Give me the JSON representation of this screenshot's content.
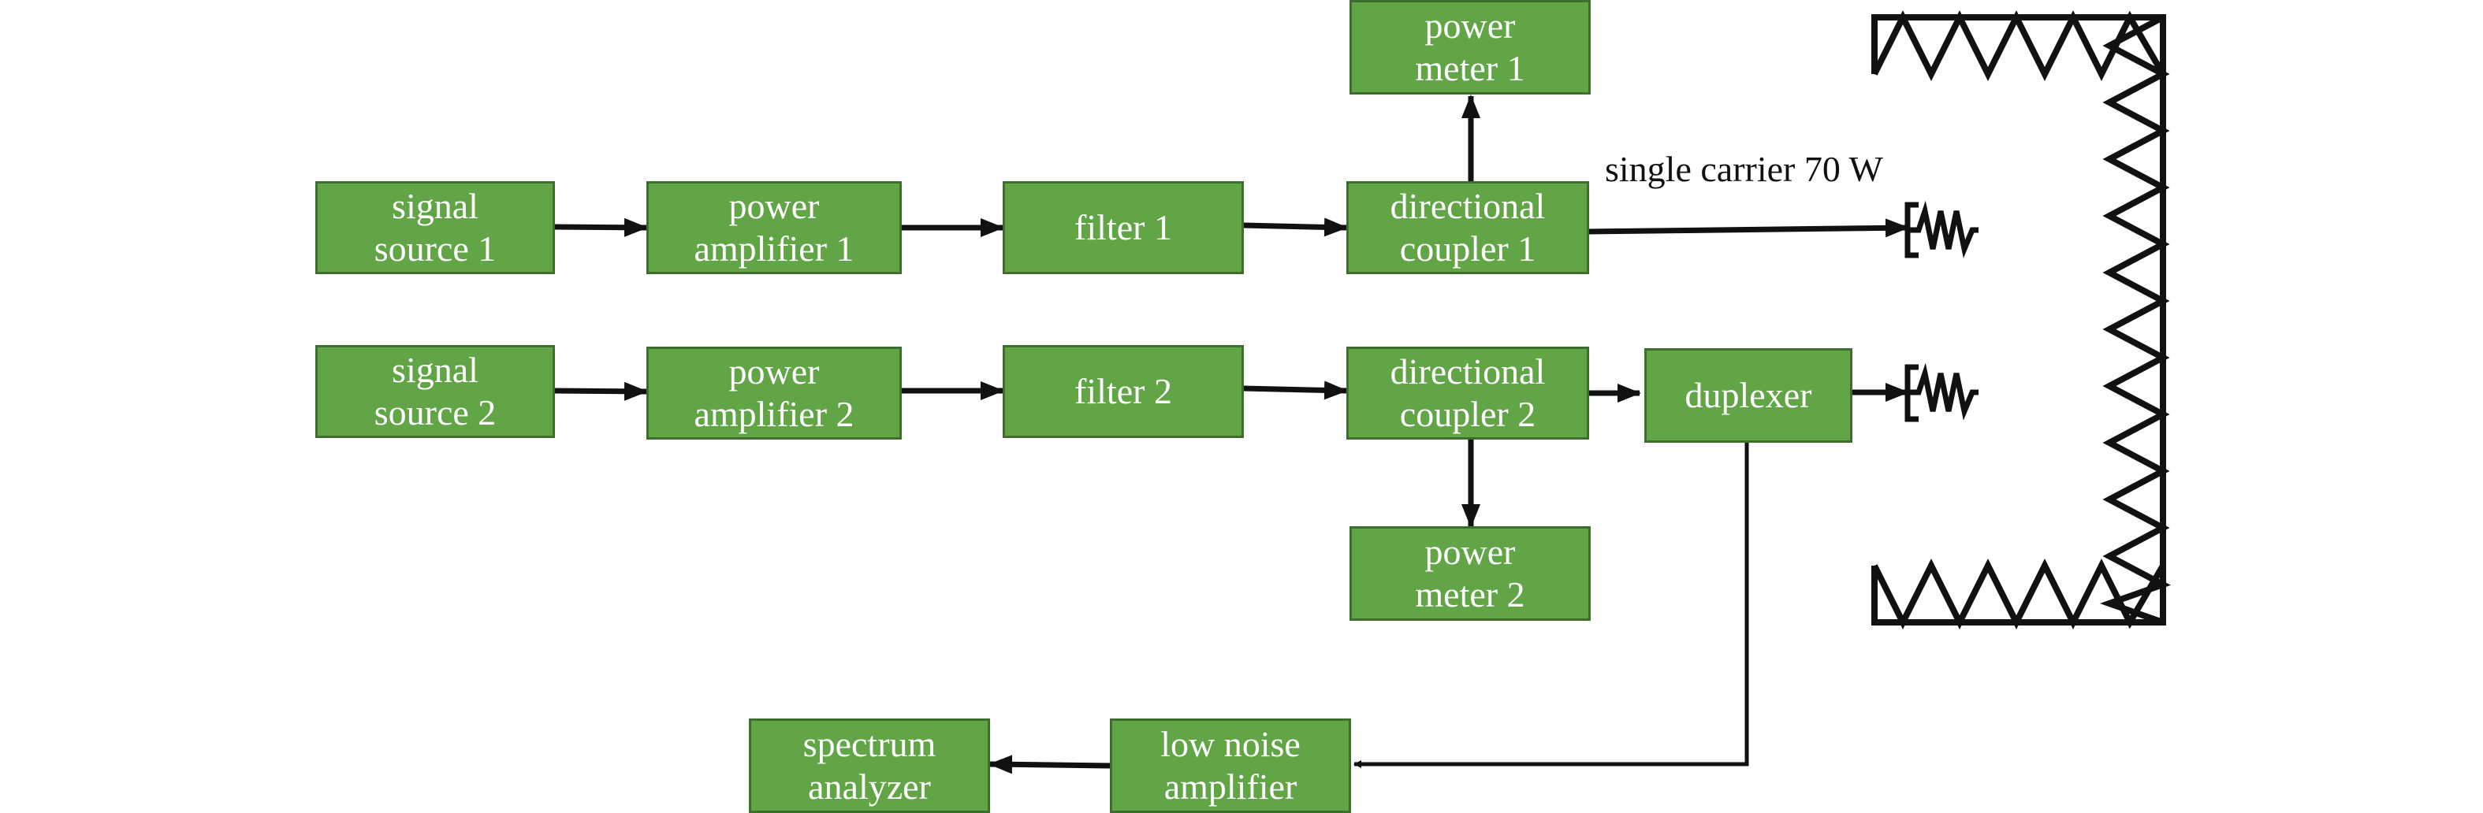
{
  "diagram": {
    "blocks": {
      "signal_source_1": {
        "line1": "signal",
        "line2": "source 1"
      },
      "power_amplifier_1": {
        "line1": "power",
        "line2": "amplifier 1"
      },
      "filter_1": {
        "line1": "filter 1"
      },
      "directional_coupler_1": {
        "line1": "directional",
        "line2": "coupler 1"
      },
      "power_meter_1": {
        "line1": "power",
        "line2": "meter 1"
      },
      "signal_source_2": {
        "line1": "signal",
        "line2": "source 2"
      },
      "power_amplifier_2": {
        "line1": "power",
        "line2": "amplifier 2"
      },
      "filter_2": {
        "line1": "filter 2"
      },
      "directional_coupler_2": {
        "line1": "directional",
        "line2": "coupler 2"
      },
      "duplexer": {
        "line1": "duplexer"
      },
      "power_meter_2": {
        "line1": "power",
        "line2": "meter 2"
      },
      "spectrum_analyzer": {
        "line1": "spectrum",
        "line2": "analyzer"
      },
      "low_noise_amplifier": {
        "line1": "low noise",
        "line2": "amplifier"
      }
    },
    "labels": {
      "carrier": "single carrier 70 W"
    },
    "colors": {
      "block_fill": "#62a547",
      "block_border": "#3d6e2b",
      "block_text": "#ffffff",
      "line": "#111111"
    },
    "icons": [
      "antenna-1-icon",
      "antenna-2-icon",
      "anechoic-chamber-wall"
    ]
  }
}
